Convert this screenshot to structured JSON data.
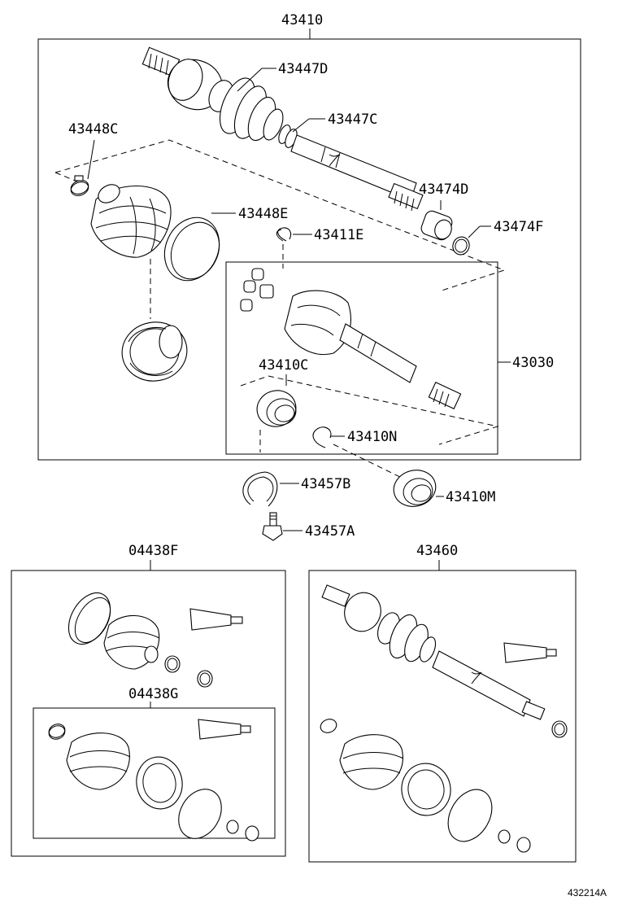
{
  "labels": {
    "main_assembly": "43410",
    "outer_joint_boot": "43447D",
    "inner_boot_clamp": "43447C",
    "small_clamp": "43448C",
    "large_clamp": "43448E",
    "snap_ring_inner": "43411E",
    "dust_deflector": "43474D",
    "dust_ring": "43474F",
    "inboard_joint": "43030",
    "bearing": "43410C",
    "snap_ring_bearing": "43410N",
    "snap_ring_b": "43457B",
    "bearing_m": "43410M",
    "bolt": "43457A",
    "boot_kit_f": "04438F",
    "boot_kit_g": "04438G",
    "rh_assembly": "43460",
    "diagram_code": "432214A"
  }
}
